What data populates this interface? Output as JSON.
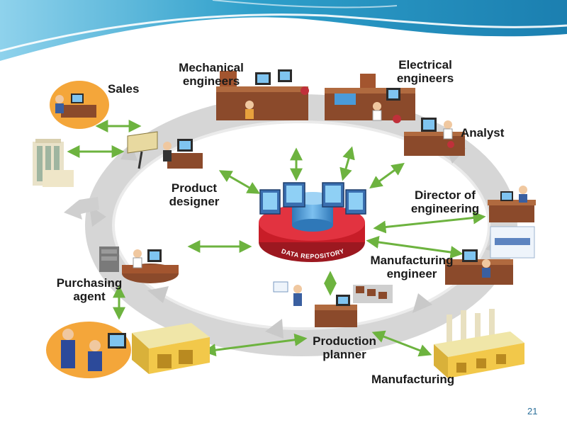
{
  "slide": {
    "page_number": "21"
  },
  "diagram": {
    "center_label": "DATA REPOSITORY",
    "nodes": {
      "mechanical_engineers": [
        "Mechanical",
        "engineers"
      ],
      "electrical_engineers": [
        "Electrical",
        "engineers"
      ],
      "sales": "Sales",
      "analyst": "Analyst",
      "product_designer": [
        "Product",
        "designer"
      ],
      "director_of_engineering": [
        "Director of",
        "engineering"
      ],
      "manufacturing_engineer": [
        "Manufacturing",
        "engineer"
      ],
      "purchasing_agent": [
        "Purchasing",
        "agent"
      ],
      "production_planner": [
        "Production",
        "planner"
      ],
      "manufacturing": "Manufacturing"
    }
  },
  "colors": {
    "header_band": "#2e9fca",
    "arrow_green": "#6db33f",
    "ring_gray": "#d4d4d4",
    "repository_red": "#d8232f",
    "cylinder_blue": "#4a9bd9",
    "desk_brown": "#8b4a2b",
    "page_number": "#2a6f9a"
  }
}
